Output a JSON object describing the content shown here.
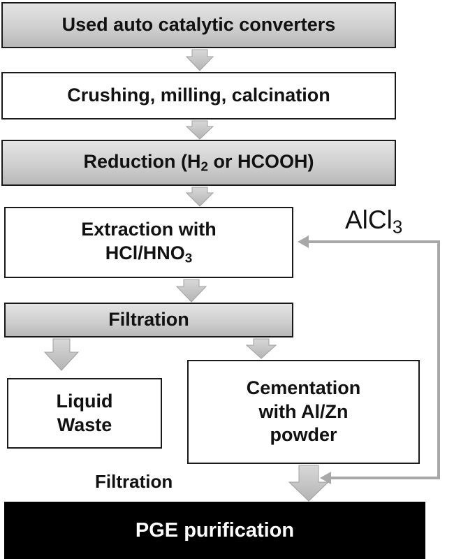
{
  "steps": {
    "used_converters": "Used auto catalytic converters",
    "crushing": "Crushing, milling, calcination",
    "reduction": {
      "prefix": "Reduction (H",
      "sub": "2",
      "suffix": " or HCOOH)"
    },
    "extraction": {
      "line1": "Extraction with",
      "line2_prefix": "HCl/HNO",
      "line2_sub": "3"
    },
    "filtration_box": "Filtration",
    "liquid_waste": {
      "line1": "Liquid",
      "line2": "Waste"
    },
    "cementation": {
      "line1": "Cementation",
      "line2": "with Al/Zn",
      "line3": "powder"
    },
    "filtration_label": "Filtration",
    "pge_purification": "PGE purification"
  },
  "recycle_label": {
    "prefix": "AlCl",
    "sub": "3"
  },
  "colors": {
    "grey_box": "#c8c8c8",
    "arrow_fill": "#c0c0c0",
    "recycle_line": "#a8a8a8",
    "final_box": "#000000"
  }
}
